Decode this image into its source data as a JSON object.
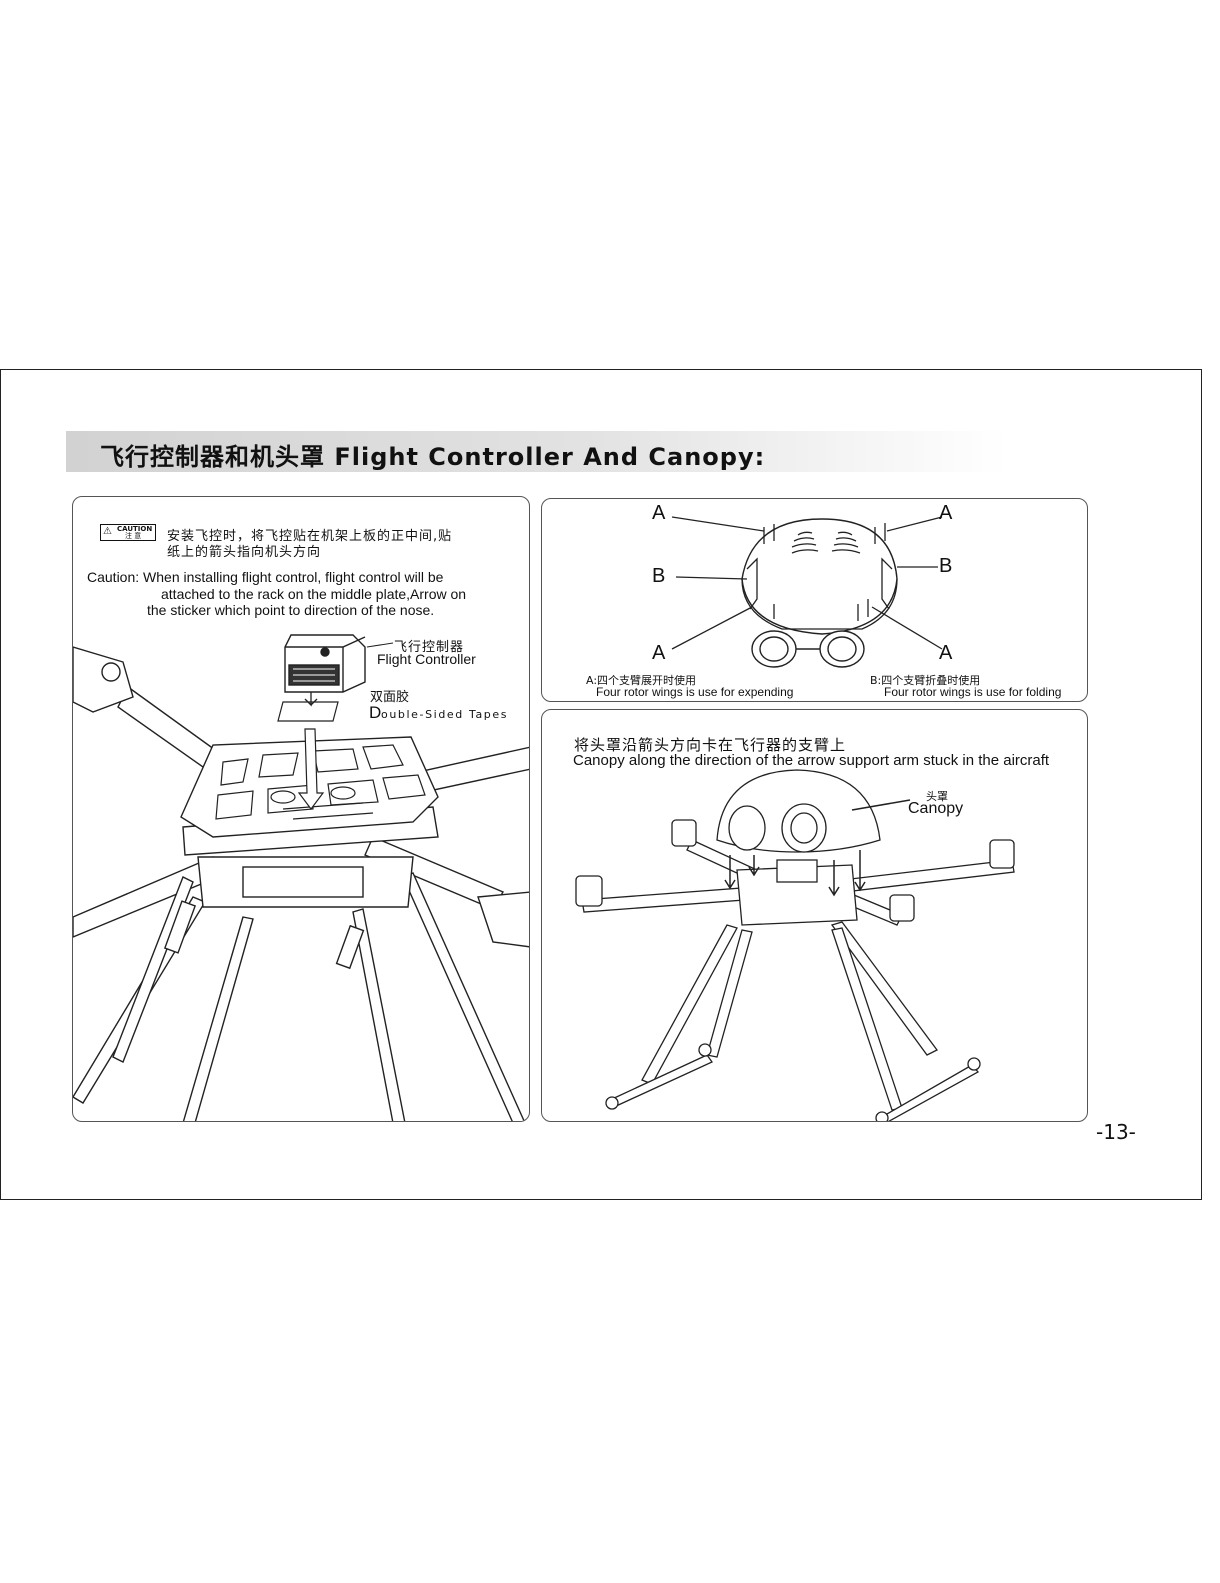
{
  "section_title": "飞行控制器和机头罩 Flight Controller And Canopy:",
  "caution_badge": {
    "line1": "CAUTION",
    "line2": "注 意"
  },
  "left_panel": {
    "caution_cn_line1": "安装飞控时，将飞控贴在机架上板的正中间,贴",
    "caution_cn_line2": "纸上的箭头指向机头方向",
    "caution_en_line1": "Caution: When installing flight control, flight control will be",
    "caution_en_line2": "attached to the rack on the middle plate,Arrow on",
    "caution_en_line3": "the sticker which point to direction of the nose.",
    "fc_label_cn": "飞行控制器",
    "fc_label_en": "Flight  Controller",
    "tape_label_cn": "双面胶",
    "tape_label_en_first": "D",
    "tape_label_en_rest": "ouble-Sided Tapes"
  },
  "right_top_panel": {
    "label_a": "A",
    "label_b": "B",
    "note_a_cn": "A:四个支臂展开时使用",
    "note_a_en": "Four rotor wings is use for expending",
    "note_b_cn": "B:四个支臂折叠时使用",
    "note_b_en": "Four rotor wings is use for folding"
  },
  "right_bottom_panel": {
    "instruction_cn": "将头罩沿箭头方向卡在飞行器的支臂上",
    "instruction_en": "Canopy  along the direction of the arrow support arm stuck in the aircraft",
    "canopy_label_cn": "头罩",
    "canopy_label_en": "Canopy"
  },
  "page_number": "-13-"
}
